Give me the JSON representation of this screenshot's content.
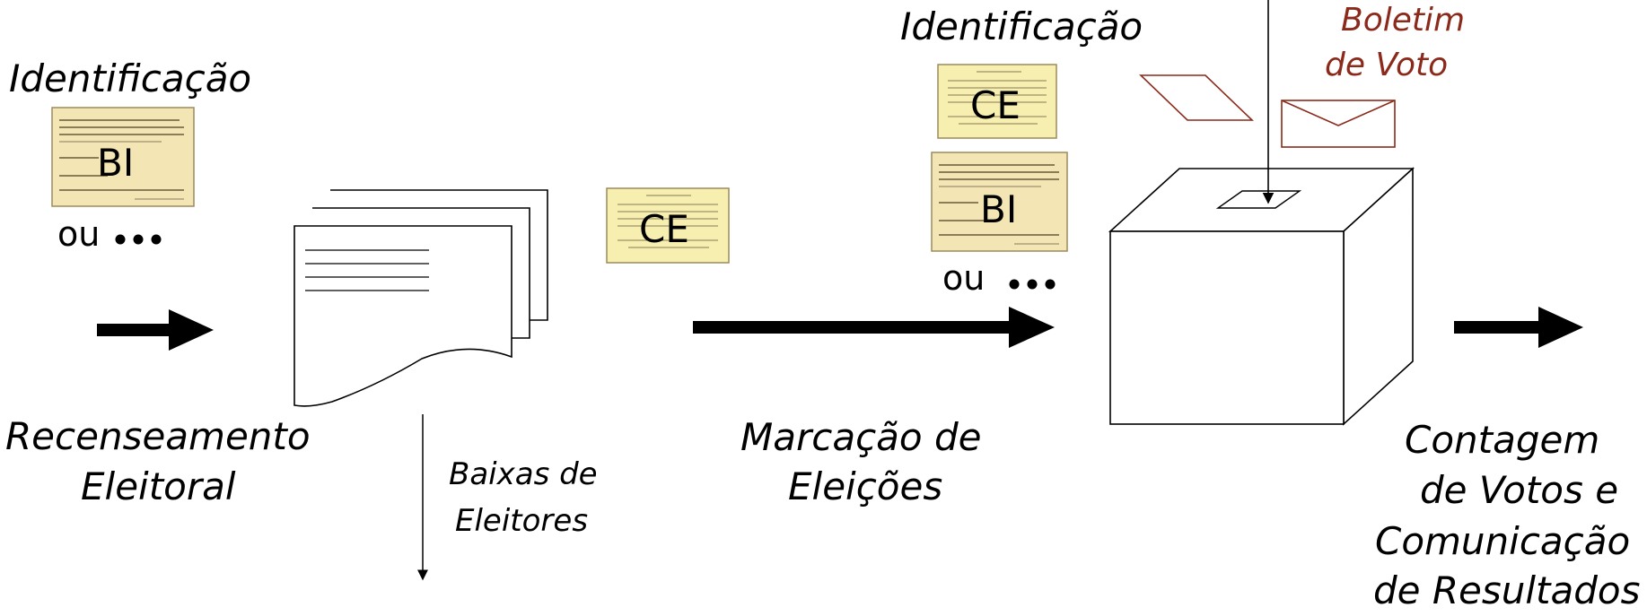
{
  "stages": {
    "census": {
      "line1": "Recenseamento",
      "line2": "Eleitoral"
    },
    "removals": {
      "line1": "Baixas de",
      "line2": "Eleitores"
    },
    "scheduling": {
      "line1": "Marcação de",
      "line2": "Eleições"
    },
    "counting": {
      "line1": "Contagem",
      "line2": "de Votos e",
      "line3": "Comunicação",
      "line4": "de Resultados"
    }
  },
  "identification": {
    "left_label": "Identificação",
    "right_label": "Identificação",
    "or_text": "ou",
    "ellipsis": "•••"
  },
  "cards": {
    "bi_code": "BI",
    "ce_code": "CE"
  },
  "ballot": {
    "line1": "Boletim",
    "line2": "de Voto",
    "color": "#8b2a1a"
  },
  "colors": {
    "card_bi_fill": "#f3e6b4",
    "card_ce_fill": "#f6efb0",
    "ink": "#000000"
  }
}
